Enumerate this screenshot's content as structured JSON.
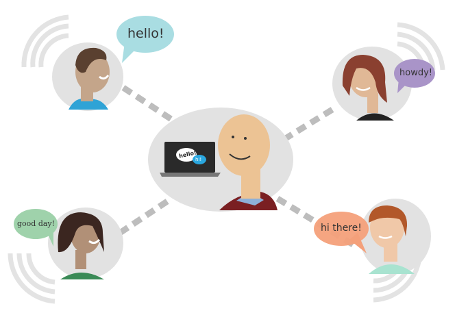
{
  "illustration": {
    "description": "Video chat network illustration",
    "center_person": {
      "laptop_bubbles": [
        "hello!",
        "hi!"
      ]
    },
    "people": [
      {
        "position": "top-left",
        "greeting": "hello!",
        "bubble_color": "#a9dde2"
      },
      {
        "position": "top-right",
        "greeting": "howdy!",
        "bubble_color": "#a994c8"
      },
      {
        "position": "bottom-left",
        "greeting": "good day!",
        "bubble_color": "#9fd2ab"
      },
      {
        "position": "bottom-right",
        "greeting": "hi there!",
        "bubble_color": "#f4a07a"
      }
    ]
  }
}
